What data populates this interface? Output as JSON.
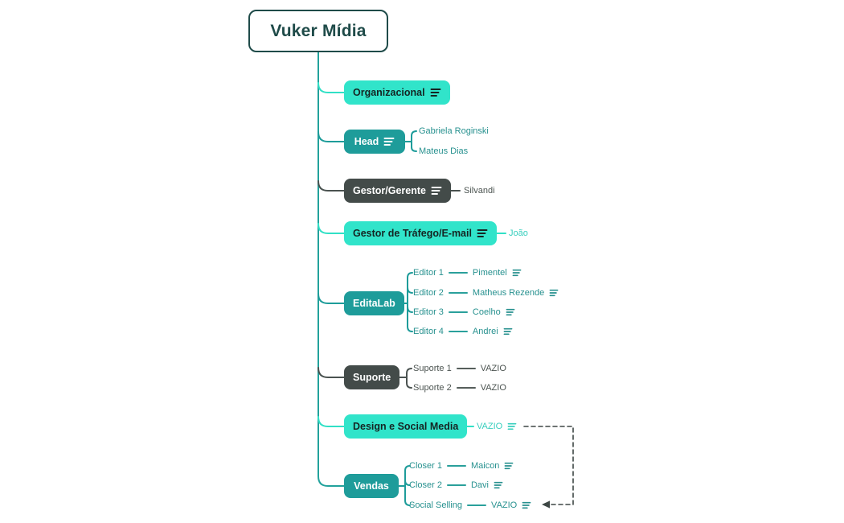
{
  "root": {
    "label": "Vuker Mídia"
  },
  "branches": [
    {
      "label": "Organizacional",
      "style": "mint",
      "has_icon": true,
      "children": []
    },
    {
      "label": "Head",
      "style": "teal",
      "has_icon": true,
      "children": [
        {
          "label": "Gabriela Roginski"
        },
        {
          "label": "Mateus Dias"
        }
      ]
    },
    {
      "label": "Gestor/Gerente",
      "style": "dark",
      "has_icon": true,
      "children": [
        {
          "label": "Silvandi"
        }
      ]
    },
    {
      "label": "Gestor de Tráfego/E-mail",
      "style": "mint",
      "has_icon": true,
      "children": [
        {
          "label": "João"
        }
      ]
    },
    {
      "label": "EditaLab",
      "style": "teal",
      "has_icon": false,
      "children": [
        {
          "label": "Editor 1",
          "value": "Pimentel",
          "value_icon": true
        },
        {
          "label": "Editor 2",
          "value": "Matheus Rezende",
          "value_icon": true
        },
        {
          "label": "Editor 3",
          "value": "Coelho",
          "value_icon": true
        },
        {
          "label": "Editor 4",
          "value": "Andrei",
          "value_icon": true
        }
      ]
    },
    {
      "label": "Suporte",
      "style": "dark",
      "has_icon": false,
      "children": [
        {
          "label": "Suporte 1",
          "value": "VAZIO",
          "value_icon": false
        },
        {
          "label": "Suporte 2",
          "value": "VAZIO",
          "value_icon": false
        }
      ]
    },
    {
      "label": "Design e Social Media",
      "style": "mint",
      "has_icon": false,
      "children": [
        {
          "label": "VAZIO",
          "has_icon": true
        }
      ]
    },
    {
      "label": "Vendas",
      "style": "teal",
      "has_icon": false,
      "children": [
        {
          "label": "Closer 1",
          "value": "Maicon",
          "value_icon": true
        },
        {
          "label": "Closer 2",
          "value": "Davi",
          "value_icon": true
        },
        {
          "label": "Social Selling",
          "value": "VAZIO",
          "value_icon": true
        }
      ]
    }
  ],
  "link": {
    "from": "Design e Social Media → VAZIO",
    "to": "Vendas → Social Selling → VAZIO",
    "style": "dashed-arrow"
  },
  "icons": {
    "notes": "≡"
  },
  "colors": {
    "mint": "#31E4CA",
    "teal": "#1E9C9A",
    "dark": "#434B49",
    "trunk_line": "#22A29C",
    "mint_line": "#31E0C6",
    "dark_line": "#4A5250",
    "row_teal_text": "#27918F",
    "row_mint_text": "#38CFBE",
    "row_dark_text": "#4C5451",
    "dashed_link": "#3E4745",
    "root_outline": "#1F4B49",
    "background": "#FFFFFF"
  }
}
